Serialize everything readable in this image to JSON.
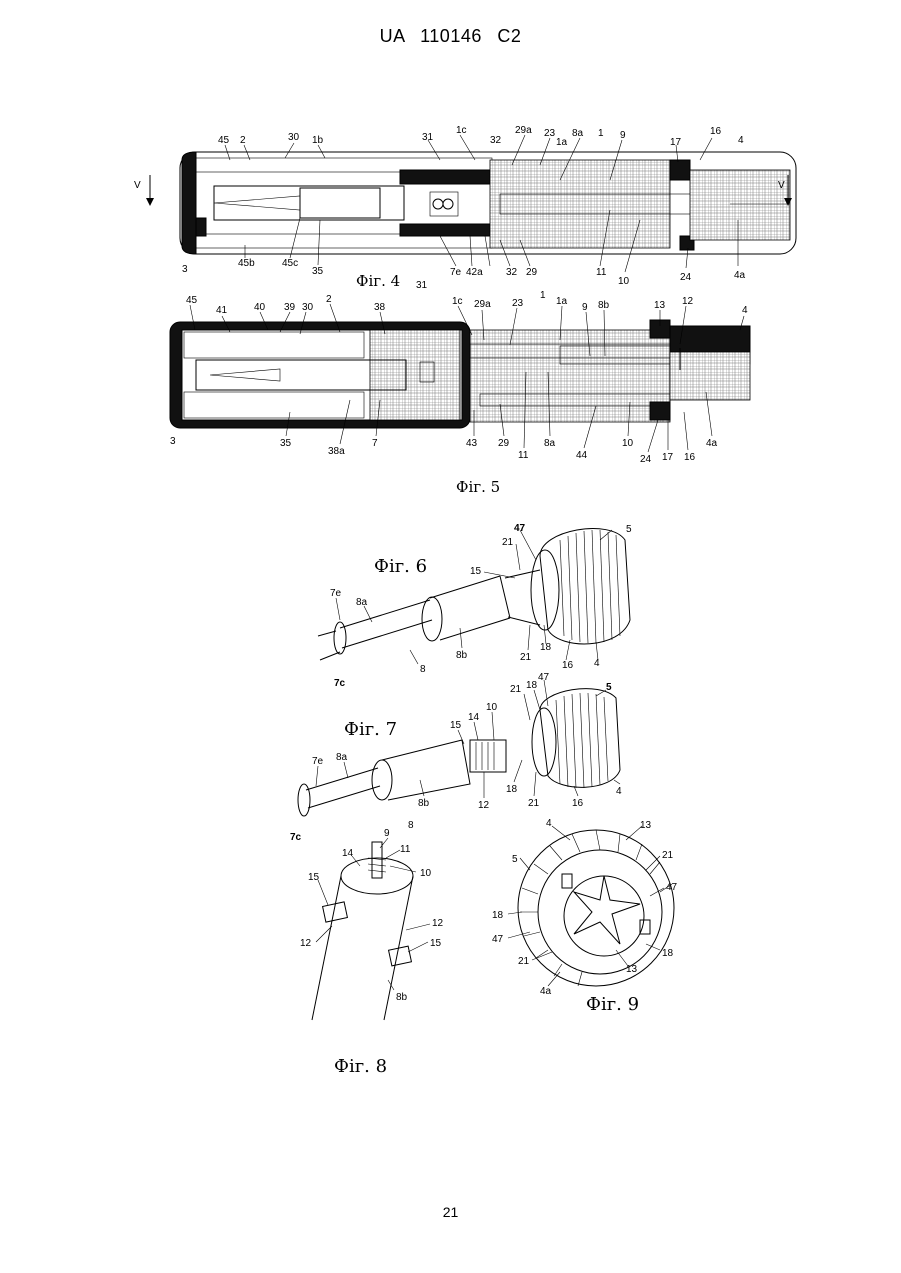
{
  "header": {
    "publication": "UA   110146   C2"
  },
  "page_number": "21",
  "figures": {
    "fig4": {
      "caption": "Фіг. 4",
      "section_marks": [
        "V",
        "V"
      ],
      "labels": [
        "45",
        "2",
        "30",
        "1b",
        "31",
        "1c",
        "29a",
        "23",
        "8a",
        "1",
        "1a",
        "9",
        "17",
        "16",
        "4",
        "32",
        "3",
        "45b",
        "45c",
        "35",
        "31",
        "7e",
        "42a",
        "32",
        "29",
        "11",
        "10",
        "24",
        "4a"
      ]
    },
    "fig5": {
      "caption": "Фіг. 5",
      "labels": [
        "45",
        "41",
        "40",
        "39",
        "30",
        "2",
        "38",
        "1c",
        "29a",
        "23",
        "1",
        "1a",
        "9",
        "8b",
        "13",
        "12",
        "4",
        "3",
        "35",
        "38a",
        "7",
        "43",
        "29",
        "11",
        "8a",
        "44",
        "10",
        "24",
        "17",
        "16",
        "4a"
      ]
    },
    "fig6": {
      "caption": "Фіг. 6",
      "labels": [
        "47",
        "5",
        "21",
        "15",
        "7e",
        "8a",
        "8b",
        "8",
        "7c",
        "21",
        "18",
        "16",
        "4"
      ]
    },
    "fig7": {
      "caption": "Фіг. 7",
      "labels": [
        "18",
        "47",
        "5",
        "15",
        "14",
        "10",
        "21",
        "7e",
        "8a",
        "8b",
        "12",
        "18",
        "21",
        "16",
        "4",
        "7c",
        "8"
      ]
    },
    "fig8": {
      "caption": "Фіг. 8",
      "labels": [
        "9",
        "11",
        "14",
        "10",
        "15",
        "12",
        "12",
        "15",
        "8b"
      ]
    },
    "fig9": {
      "caption": "Фіг. 9",
      "labels": [
        "4",
        "13",
        "5",
        "21",
        "47",
        "18",
        "47",
        "18",
        "21",
        "13",
        "4a"
      ]
    }
  }
}
